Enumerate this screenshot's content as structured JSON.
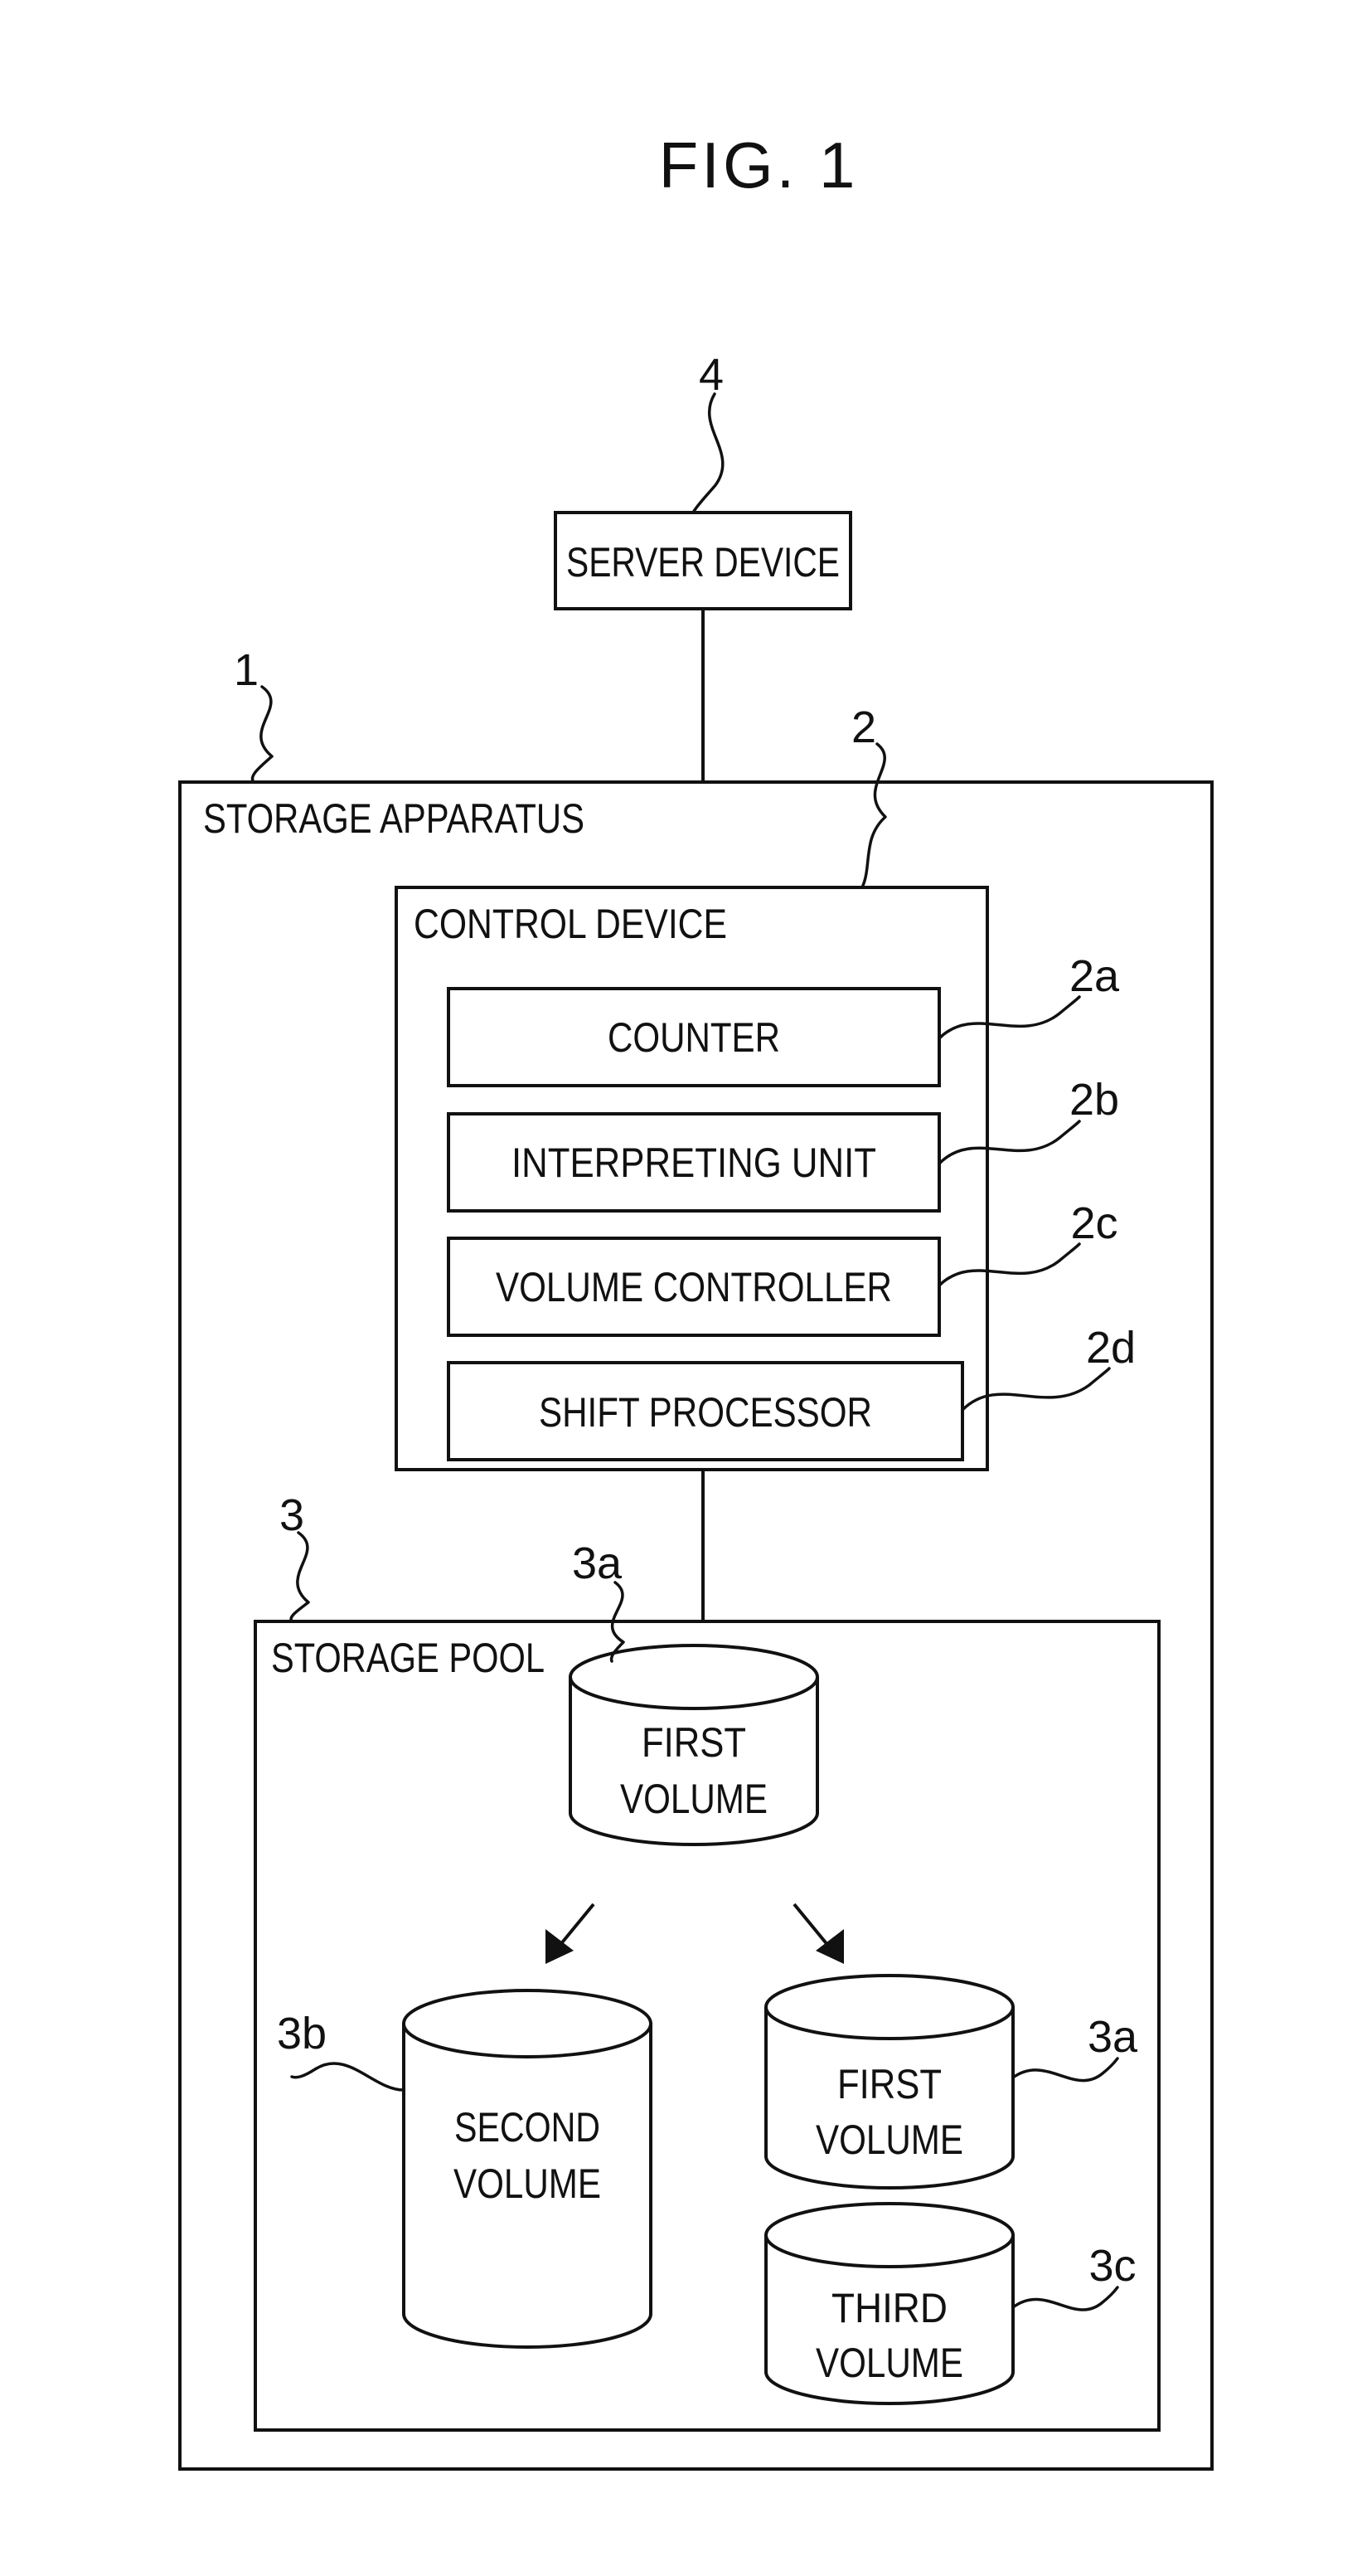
{
  "figure": {
    "title": "FIG. 1"
  },
  "refs": {
    "server": "4",
    "storage_apparatus": "1",
    "control_device": "2",
    "counter": "2a",
    "interpreting_unit": "2b",
    "volume_controller": "2c",
    "shift_processor": "2d",
    "storage_pool": "3",
    "first_volume_top": "3a",
    "second_volume": "3b",
    "first_volume_right": "3a",
    "third_volume": "3c"
  },
  "labels": {
    "server_device": "SERVER DEVICE",
    "storage_apparatus": "STORAGE APPARATUS",
    "control_device": "CONTROL DEVICE",
    "counter": "COUNTER",
    "interpreting_unit": "INTERPRETING UNIT",
    "volume_controller": "VOLUME CONTROLLER",
    "shift_processor": "SHIFT PROCESSOR",
    "storage_pool": "STORAGE POOL",
    "first_volume_top": [
      "FIRST",
      "VOLUME"
    ],
    "second_volume": [
      "SECOND",
      "VOLUME"
    ],
    "first_volume_right": [
      "FIRST",
      "VOLUME"
    ],
    "third_volume": [
      "THIRD",
      "VOLUME"
    ]
  }
}
